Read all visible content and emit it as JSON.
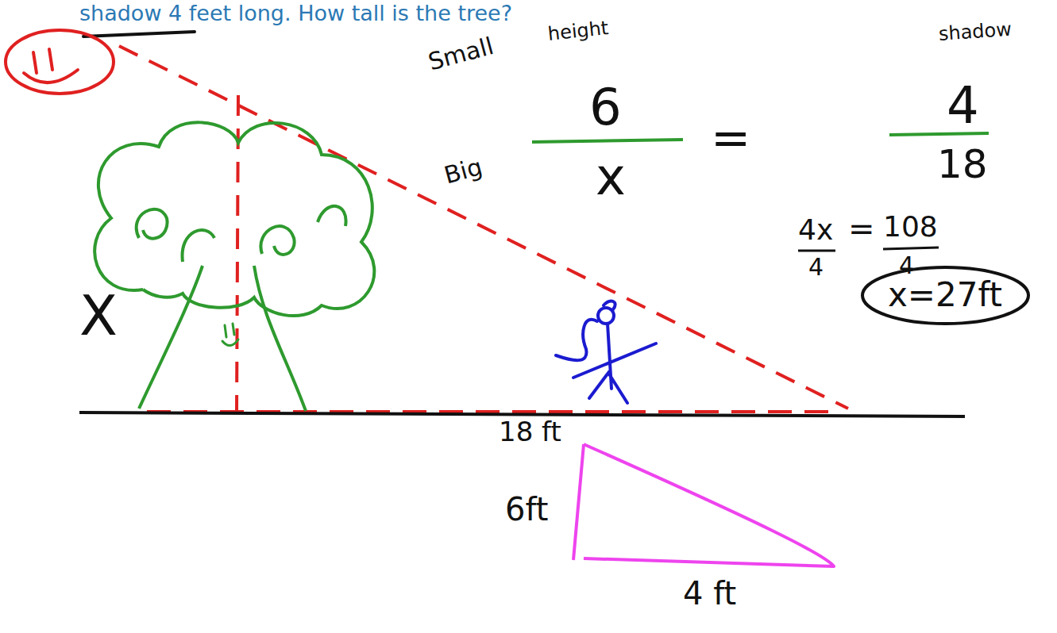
{
  "diagram": {
    "title": "shadow 4 feet long. How tall is the tree?",
    "nodes": [
      {
        "text": [
          "x=27ft"
        ]
      }
    ],
    "labels": [
      "height",
      "shadow",
      "Small",
      "6",
      "4",
      "=",
      "Big",
      "x",
      "18",
      "4x",
      "4",
      "=",
      "108",
      "4",
      "X",
      "18 ft",
      "6ft",
      "4 ft"
    ]
  }
}
